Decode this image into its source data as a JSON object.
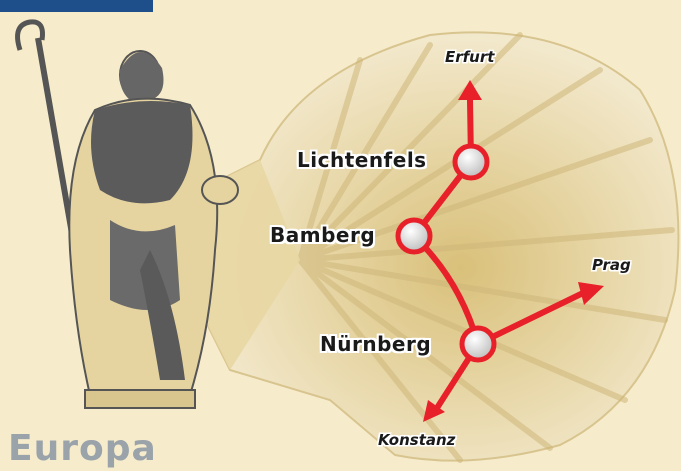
{
  "region_label": "Europa",
  "cities": {
    "lichtenfels": "Lichtenfels",
    "bamberg": "Bamberg",
    "nuernberg": "Nürnberg"
  },
  "destinations": {
    "erfurt": "Erfurt",
    "prag": "Prag",
    "konstanz": "Konstanz"
  },
  "colors": {
    "route": "#e8202a",
    "background": "#f6eccb",
    "shell": "#ead9a6",
    "statue": "#5b5b5b",
    "region_text": "#9aa3aa",
    "corner_bar": "#1f4f8a"
  },
  "icons": [
    "scallop-shell-icon",
    "pilgrim-statue-icon"
  ]
}
